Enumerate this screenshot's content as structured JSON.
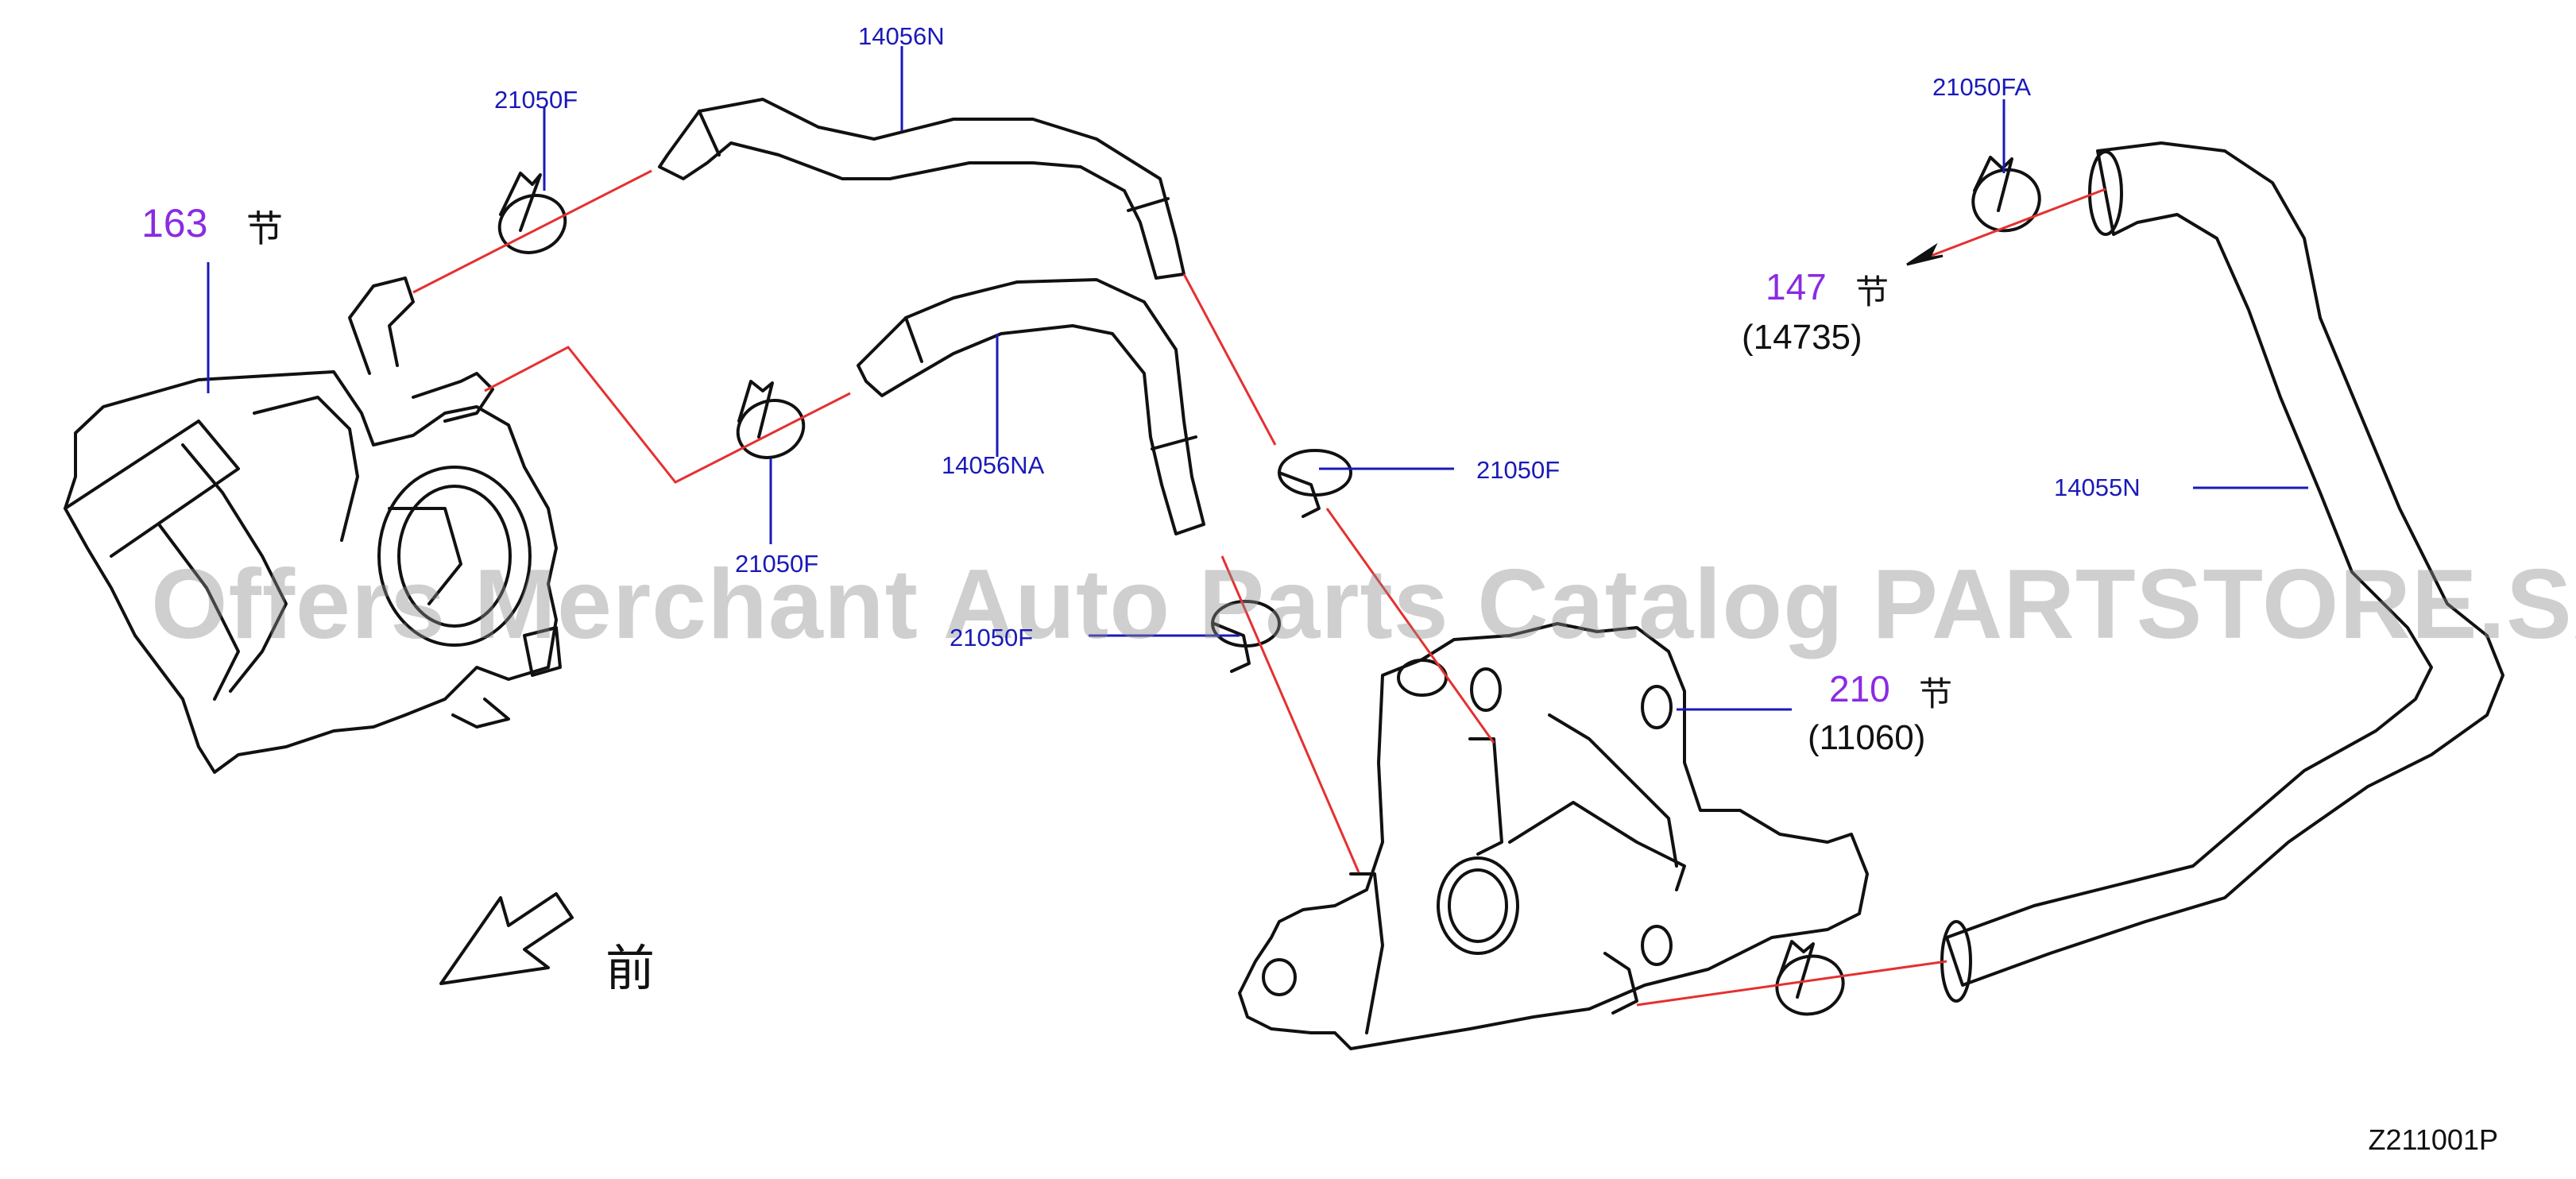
{
  "diagram": {
    "part_labels": {
      "hose_upper": "14056N",
      "hose_lower": "14056NA",
      "hose_large": "14055N",
      "clamp_upper_left": "21050F",
      "clamp_mid_left": "21050F",
      "clamp_mid": "21050F",
      "clamp_lower": "21050F",
      "clamp_upper_right": "21050FA"
    },
    "section_refs": {
      "throttle_body": {
        "section": "163",
        "suffix": "节"
      },
      "water_outlet_ref": {
        "section": "147",
        "suffix": "节",
        "code": "(14735)"
      },
      "water_outlet": {
        "section": "210",
        "suffix": "节",
        "code": "(11060)"
      }
    },
    "front_label": "前",
    "watermark": "Offers Merchant Auto Parts Catalog PARTSTORE.SA",
    "diagram_code": "Z211001P"
  },
  "colors": {
    "part_label": "#1a1ab8",
    "section_ref": "#8a2be2",
    "leader_red": "#e53030",
    "line": "#111111"
  }
}
